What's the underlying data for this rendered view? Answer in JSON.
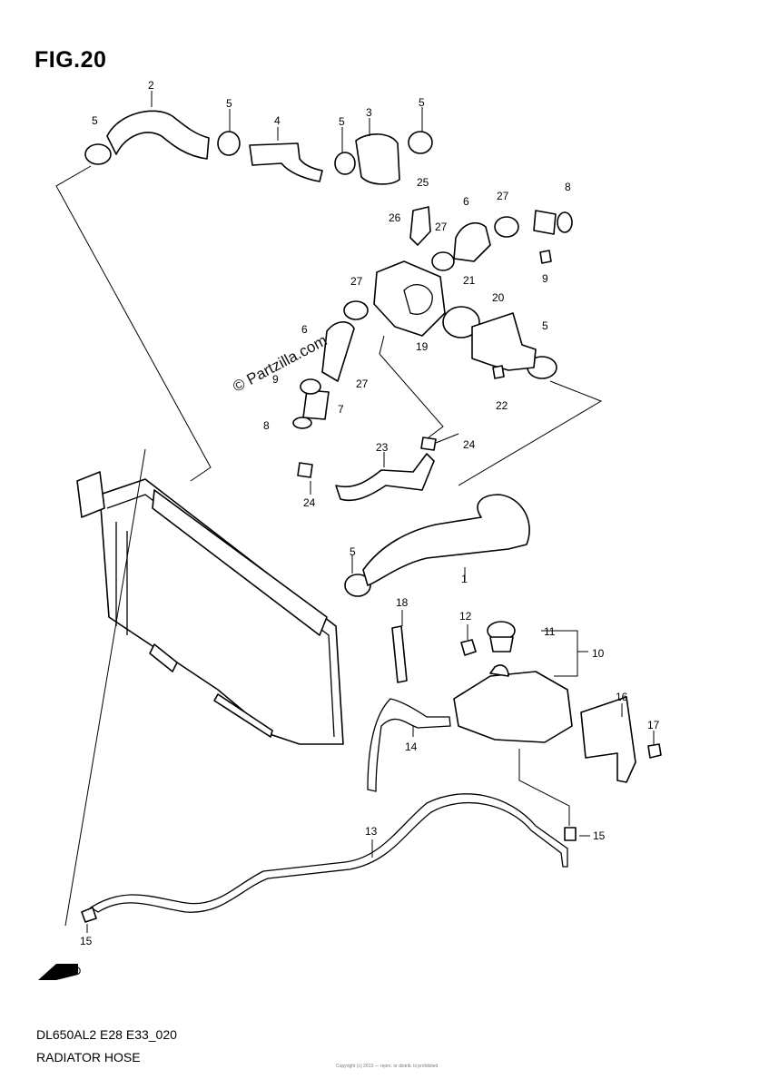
{
  "figure": {
    "title": "FIG.20",
    "code": "DL650AL2 E28 E33_020",
    "caption": "RADIATOR HOSE"
  },
  "watermark": "© Partzilla.com",
  "fine_print": "Copyright (c) 2013 — repro. or distrib. is prohibited",
  "fwd_label": "FWD",
  "callouts": [
    {
      "id": "c1",
      "label": "1"
    },
    {
      "id": "c2",
      "label": "2"
    },
    {
      "id": "c3",
      "label": "3"
    },
    {
      "id": "c4",
      "label": "4"
    },
    {
      "id": "c5a",
      "label": "5"
    },
    {
      "id": "c5b",
      "label": "5"
    },
    {
      "id": "c5c",
      "label": "5"
    },
    {
      "id": "c5d",
      "label": "5"
    },
    {
      "id": "c5e",
      "label": "5"
    },
    {
      "id": "c5f",
      "label": "5"
    },
    {
      "id": "c6a",
      "label": "6"
    },
    {
      "id": "c6b",
      "label": "6"
    },
    {
      "id": "c7",
      "label": "7"
    },
    {
      "id": "c8a",
      "label": "8"
    },
    {
      "id": "c8b",
      "label": "8"
    },
    {
      "id": "c9a",
      "label": "9"
    },
    {
      "id": "c9b",
      "label": "9"
    },
    {
      "id": "c10",
      "label": "10"
    },
    {
      "id": "c11",
      "label": "11"
    },
    {
      "id": "c12",
      "label": "12"
    },
    {
      "id": "c13",
      "label": "13"
    },
    {
      "id": "c14",
      "label": "14"
    },
    {
      "id": "c15a",
      "label": "15"
    },
    {
      "id": "c15b",
      "label": "15"
    },
    {
      "id": "c16",
      "label": "16"
    },
    {
      "id": "c17",
      "label": "17"
    },
    {
      "id": "c18",
      "label": "18"
    },
    {
      "id": "c19",
      "label": "19"
    },
    {
      "id": "c20",
      "label": "20"
    },
    {
      "id": "c21",
      "label": "21"
    },
    {
      "id": "c22",
      "label": "22"
    },
    {
      "id": "c23",
      "label": "23"
    },
    {
      "id": "c24a",
      "label": "24"
    },
    {
      "id": "c24b",
      "label": "24"
    },
    {
      "id": "c25",
      "label": "25"
    },
    {
      "id": "c26",
      "label": "26"
    },
    {
      "id": "c27a",
      "label": "27"
    },
    {
      "id": "c27b",
      "label": "27"
    },
    {
      "id": "c27c",
      "label": "27"
    },
    {
      "id": "c27d",
      "label": "27"
    }
  ]
}
